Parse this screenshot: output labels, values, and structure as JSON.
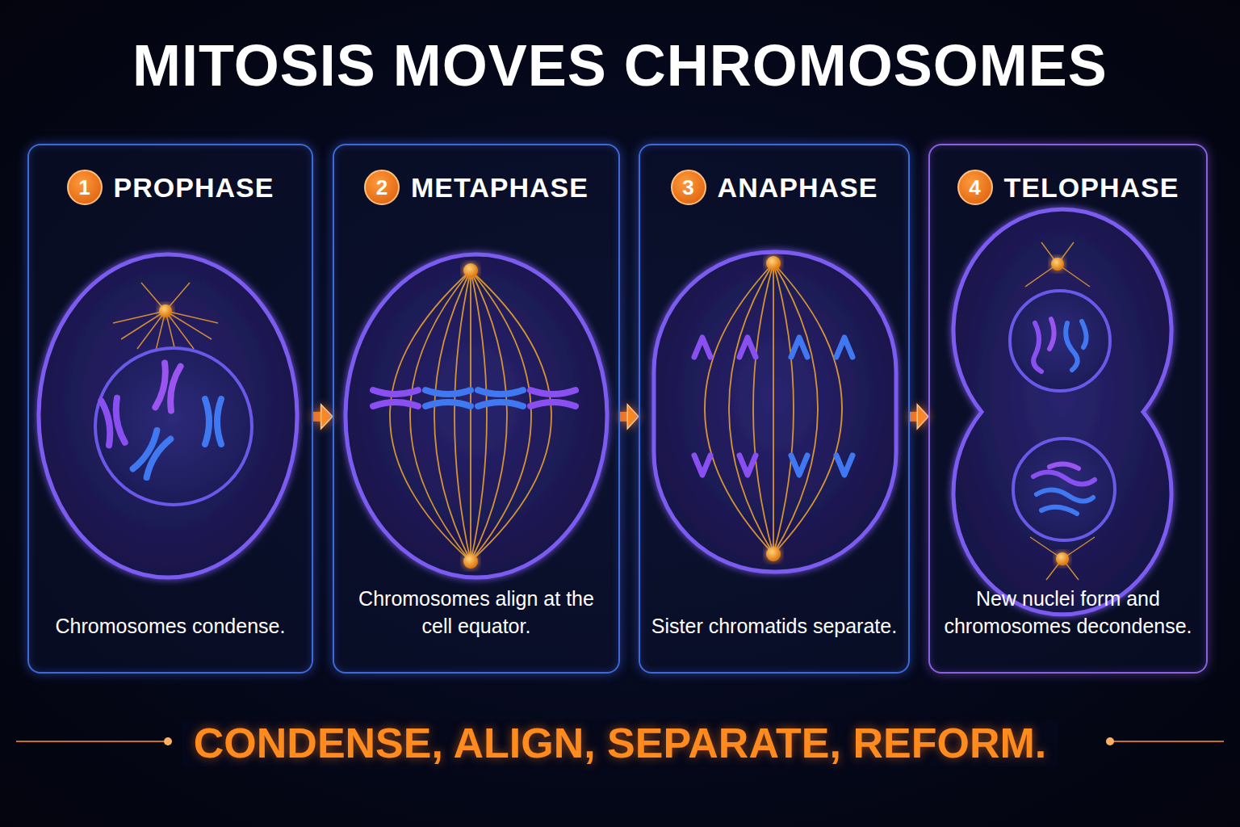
{
  "diagram": {
    "title": "MITOSIS MOVES CHROMOSOMES",
    "caption": "CONDENSE, ALIGN, SEPARATE, REFORM.",
    "nodes": [
      {
        "text": [
          "1",
          "PROPHASE",
          "Chromosomes condense."
        ]
      },
      {
        "text": [
          "2",
          "METAPHASE",
          "Chromosomes align at the cell equator."
        ]
      },
      {
        "text": [
          "3",
          "ANAPHASE",
          "Sister chromatids separate."
        ]
      },
      {
        "text": [
          "4",
          "TELOPHASE",
          "New nuclei form and chromosomes decondense."
        ]
      }
    ],
    "edges": [
      {
        "from": 0,
        "to": 1,
        "arrow": "to"
      },
      {
        "from": 1,
        "to": 2,
        "arrow": "to"
      },
      {
        "from": 2,
        "to": 3,
        "arrow": "to"
      }
    ]
  }
}
